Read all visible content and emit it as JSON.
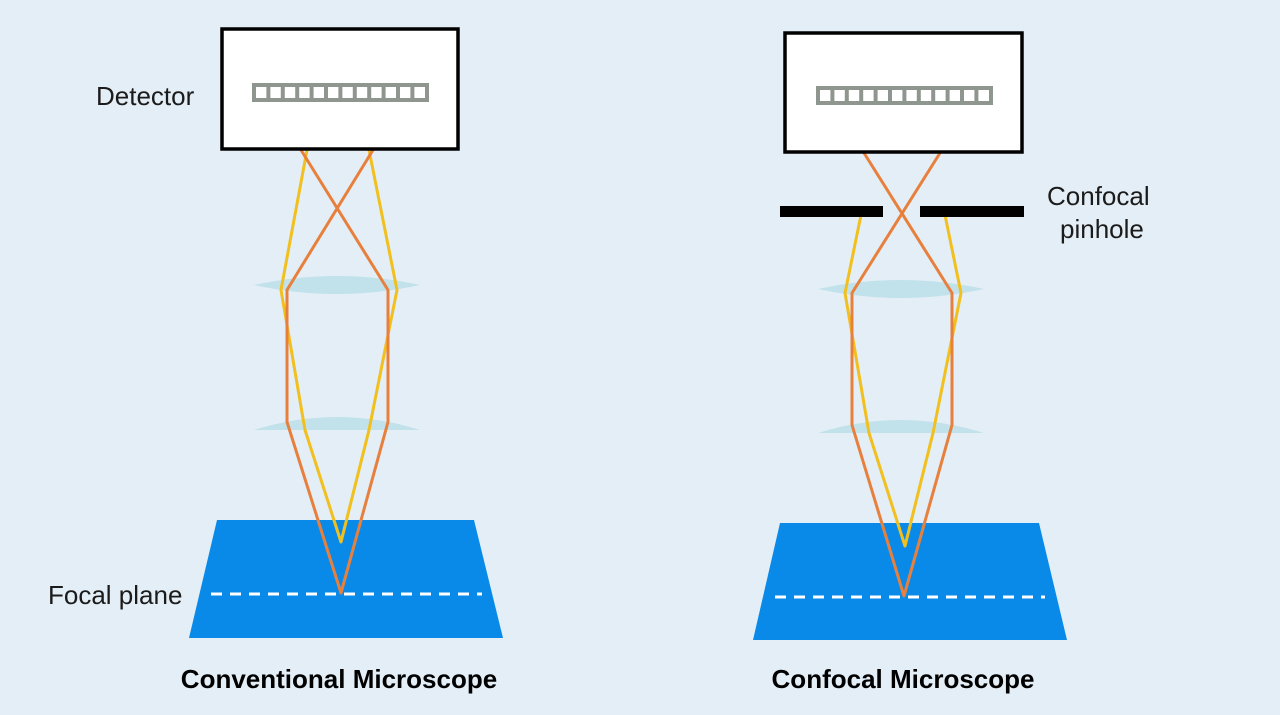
{
  "labels": {
    "detector": "Detector",
    "focal_plane": "Focal plane",
    "pinhole_line1": "Confocal",
    "pinhole_line2": "pinhole"
  },
  "panels": [
    {
      "title": "Conventional Microscope"
    },
    {
      "title": "Confocal Microscope"
    }
  ],
  "colors": {
    "background": "#e4eef6",
    "in_focus_ray": "#e8803d",
    "out_of_focus_ray": "#f2c01e",
    "lens": "#bfe0ea",
    "specimen": "#0a8ae8",
    "detector_pixels": "#8f968f",
    "pinhole": "#000000"
  }
}
